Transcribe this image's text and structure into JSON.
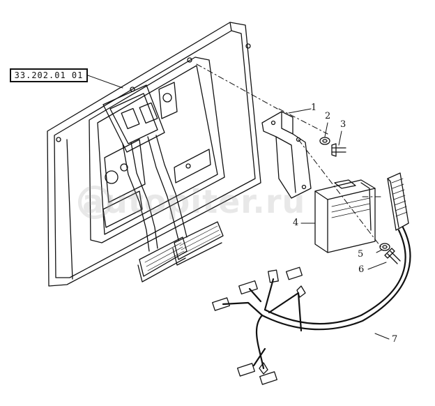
{
  "reference": {
    "label": "33.202.01 01"
  },
  "callouts": [
    {
      "id": "1",
      "text": "1"
    },
    {
      "id": "2",
      "text": "2"
    },
    {
      "id": "3",
      "text": "3"
    },
    {
      "id": "4",
      "text": "4"
    },
    {
      "id": "5",
      "text": "5"
    },
    {
      "id": "6",
      "text": "6"
    },
    {
      "id": "7",
      "text": "7"
    }
  ],
  "watermark": {
    "text": "autopiter.ru"
  },
  "colors": {
    "line": "#111111",
    "background": "#ffffff",
    "watermark": "#969696"
  }
}
